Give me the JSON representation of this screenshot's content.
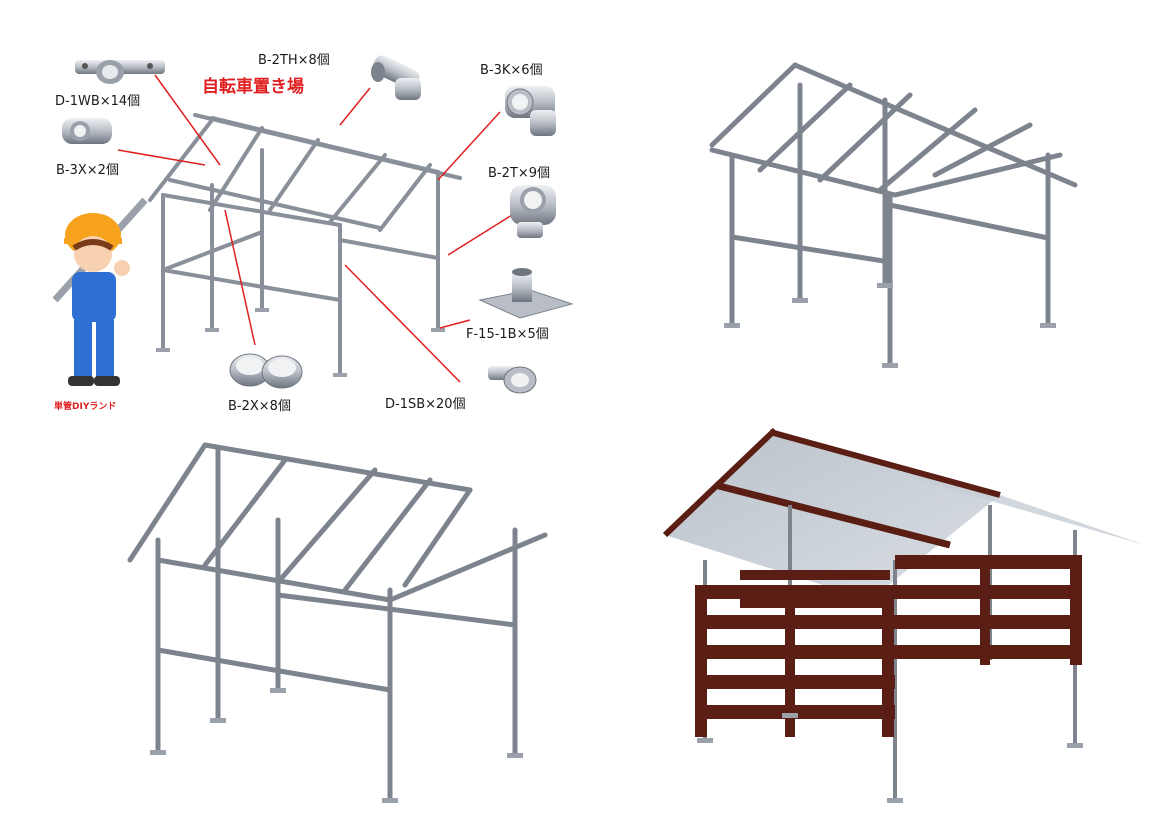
{
  "title": "自転車置き場",
  "brand": "単管DIYランド",
  "parts": [
    {
      "id": "d1wb",
      "label": "D-1WB×14個",
      "icon": "flange-clamp-icon"
    },
    {
      "id": "b2th",
      "label": "B-2TH×8個",
      "icon": "swivel-tee-icon"
    },
    {
      "id": "b3k",
      "label": "B-3K×6個",
      "icon": "corner-joint-icon"
    },
    {
      "id": "b3x",
      "label": "B-3X×2個",
      "icon": "cross-joint-icon"
    },
    {
      "id": "b2t",
      "label": "B-2T×9個",
      "icon": "tee-joint-icon"
    },
    {
      "id": "f151b",
      "label": "F-15-1B×5個",
      "icon": "base-plate-icon"
    },
    {
      "id": "b2x",
      "label": "B-2X×8個",
      "icon": "ring-clamp-icon"
    },
    {
      "id": "d1sb",
      "label": "D-1SB×20個",
      "icon": "single-clamp-icon"
    }
  ],
  "colors": {
    "pipe": "#c9ced6",
    "pipe_dark": "#7d848e",
    "callout": "#e02020",
    "wood": "#5a1e14",
    "roof": "#b9c2cc"
  }
}
